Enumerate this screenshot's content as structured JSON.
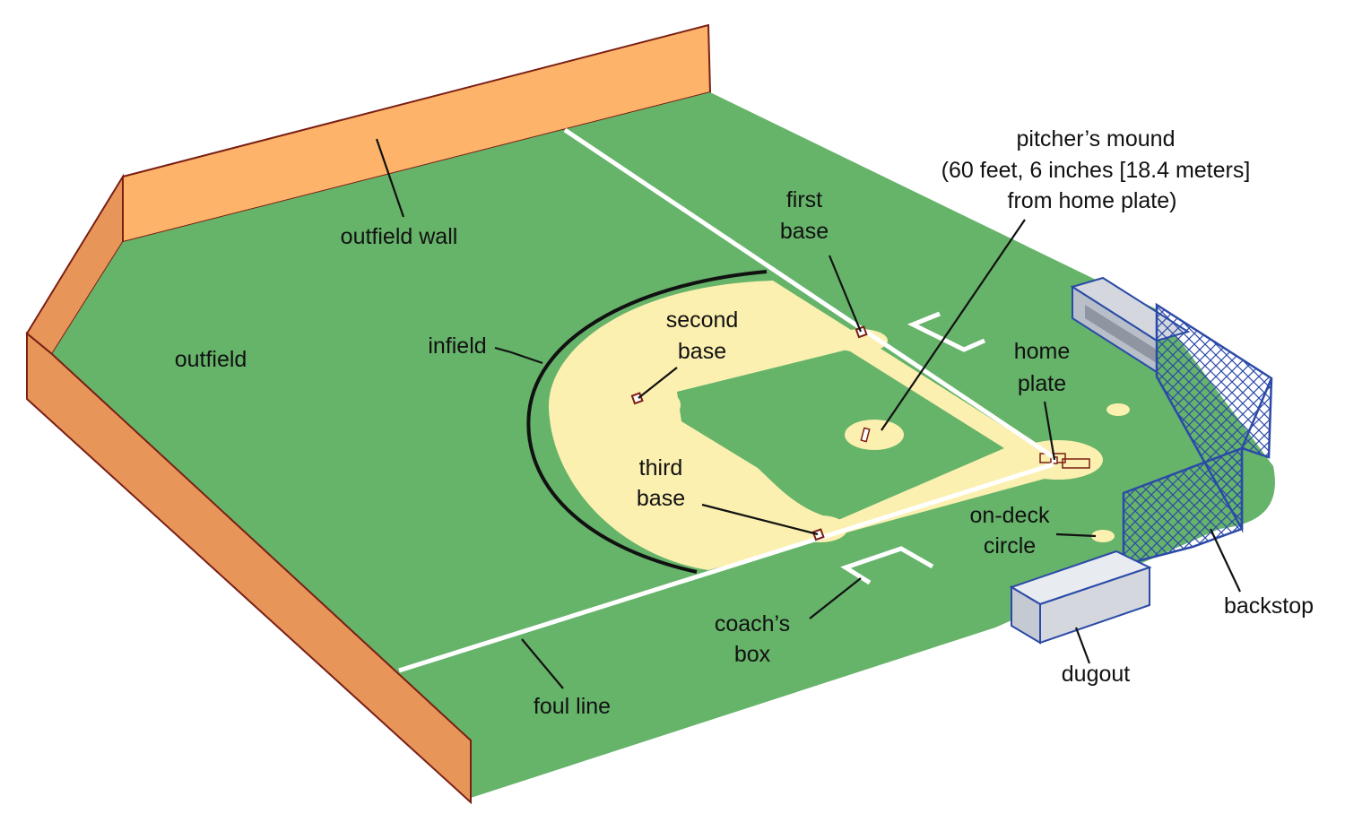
{
  "colors": {
    "grass": "#66b36a",
    "dirt": "#fbf0b0",
    "wall_top": "#fdb46a",
    "wall_side": "#e8955a",
    "wall_edge": "#7a1f14",
    "foul_line": "#ffffff",
    "base": "#ffffff",
    "base_edge": "#7a1f14",
    "net": "#2b4aa8",
    "dugout": "#d4d8de",
    "text": "#111111"
  },
  "labels": {
    "outfield_wall": "outfield wall",
    "outfield": "outfield",
    "infield": "infield",
    "second_base": [
      "second",
      "base"
    ],
    "first_base": [
      "first",
      "base"
    ],
    "pitchers_mound": [
      "pitcher’s mound",
      "(60 feet, 6 inches [18.4 meters]",
      "from home plate)"
    ],
    "home_plate": [
      "home",
      "plate"
    ],
    "third_base": [
      "third",
      "base"
    ],
    "on_deck_circle": [
      "on-deck",
      "circle"
    ],
    "backstop": "backstop",
    "coachs_box": [
      "coach’s",
      "box"
    ],
    "dugout": "dugout",
    "foul_line": "foul line"
  }
}
